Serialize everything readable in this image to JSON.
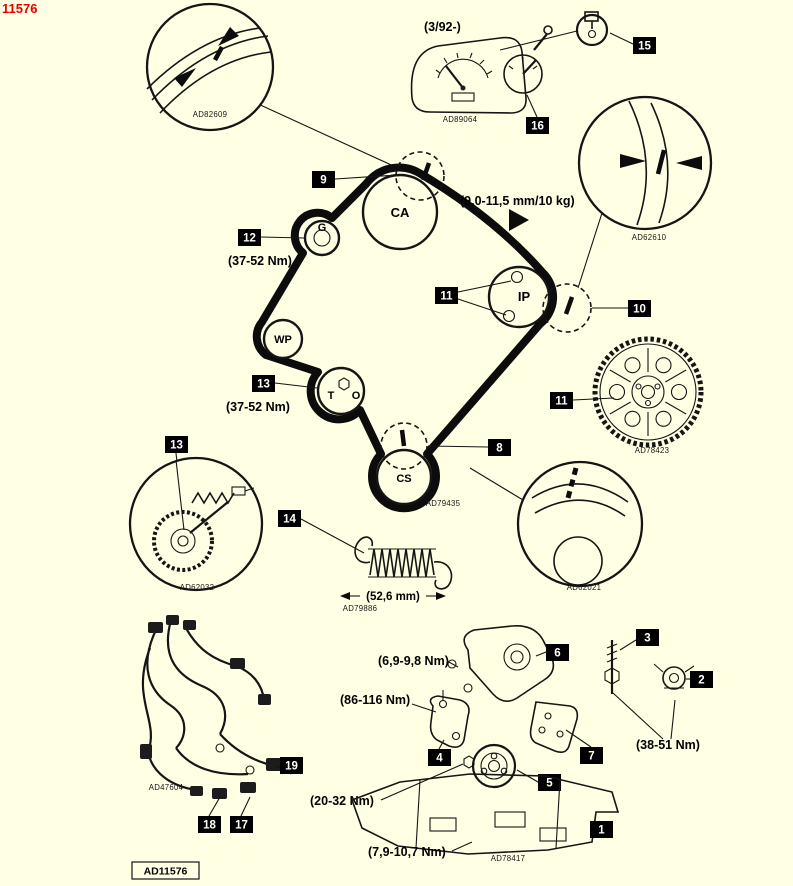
{
  "page": {
    "background": "#FFFFE4",
    "red_ref": "11576",
    "footer_ref": "AD11576",
    "accent_red": "#E80000",
    "line_color": "#151515"
  },
  "header": {
    "model_range": "(3/92-)"
  },
  "specs": {
    "belt_tension": "(9,0-11,5 mm/10 kg)",
    "guide_torque": "(37-52 Nm)",
    "tensioner_torque": "(37-52 Nm)",
    "spring_free_length": "(52,6 mm)",
    "upper_cover_torque": "(6,9-9,8 Nm)",
    "engine_mount_torque": "(86-116 Nm)",
    "bracket_torque": "(38-51 Nm)",
    "pulley_bolt_torque": "(20-32 Nm)",
    "undercover_torque": "(7,9-10,7 Nm)"
  },
  "pulleys": {
    "camshaft": "CA",
    "guide": "G",
    "water_pump": "WP",
    "injection_pump": "IP",
    "tensioner": "T",
    "oil_pump": "O",
    "crankshaft": "CS"
  },
  "callouts": {
    "n1": "1",
    "n2": "2",
    "n3": "3",
    "n4": "4",
    "n5": "5",
    "n6": "6",
    "n7": "7",
    "n8": "8",
    "n9": "9",
    "n10": "10",
    "n11": "11",
    "n12": "12",
    "n13": "13",
    "n14": "14",
    "n15": "15",
    "n16": "16",
    "n17": "17",
    "n18": "18",
    "n19": "19"
  },
  "part_refs": {
    "belt_alignment_detail": "AD82609",
    "instrument_cluster": "AD89064",
    "camshaft_mark_detail": "AD62610",
    "injection_pump_sprocket": "AD78423",
    "crankshaft_sprocket": "AD79435",
    "tensioner_detail": "AD62032",
    "flywheel_mark_detail": "AD62021",
    "tensioner_spring": "AD79886",
    "wiring_harness": "AD47604",
    "engine_undercover": "AD78417"
  }
}
